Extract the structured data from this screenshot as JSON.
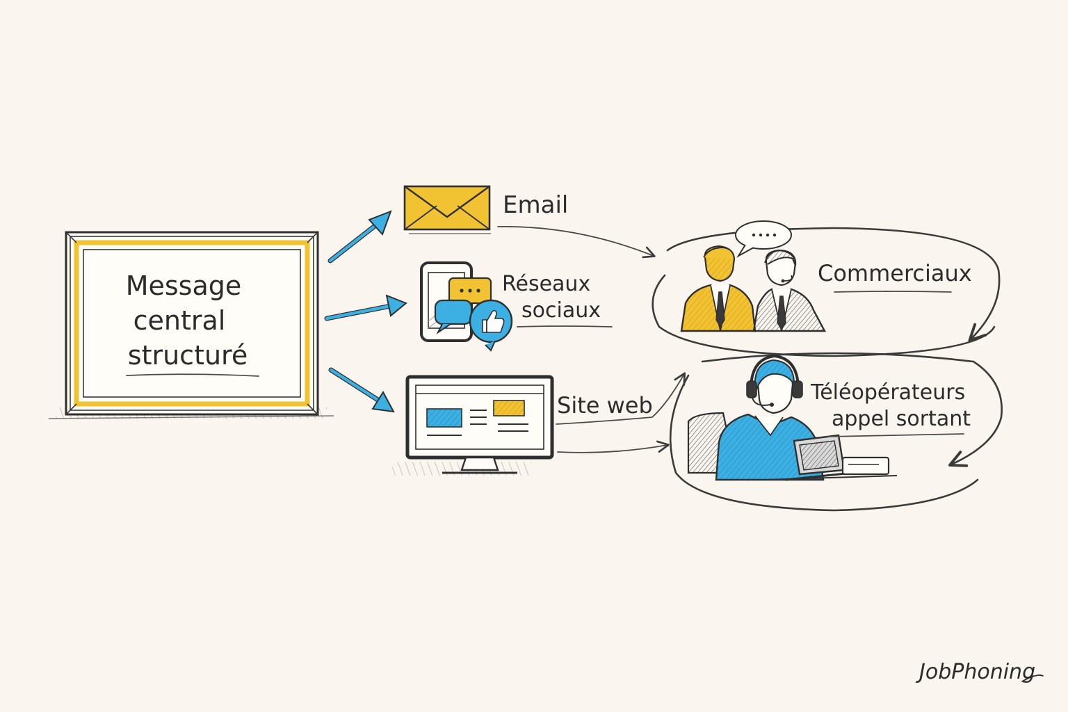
{
  "central": {
    "lines": [
      "Message",
      "central",
      "structuré"
    ]
  },
  "channels": {
    "email": "Email",
    "social": [
      "Réseaux",
      "sociaux"
    ],
    "web": "Site web"
  },
  "targets": {
    "sales": "Commerciaux",
    "teleop": [
      "Téléopérateurs",
      "appel sortant"
    ]
  },
  "brand": "JobPhoning",
  "colors": {
    "yellow": "#f1c232",
    "blue": "#3db0e3",
    "ink": "#2b2b2b",
    "paper": "#faf6ef"
  }
}
